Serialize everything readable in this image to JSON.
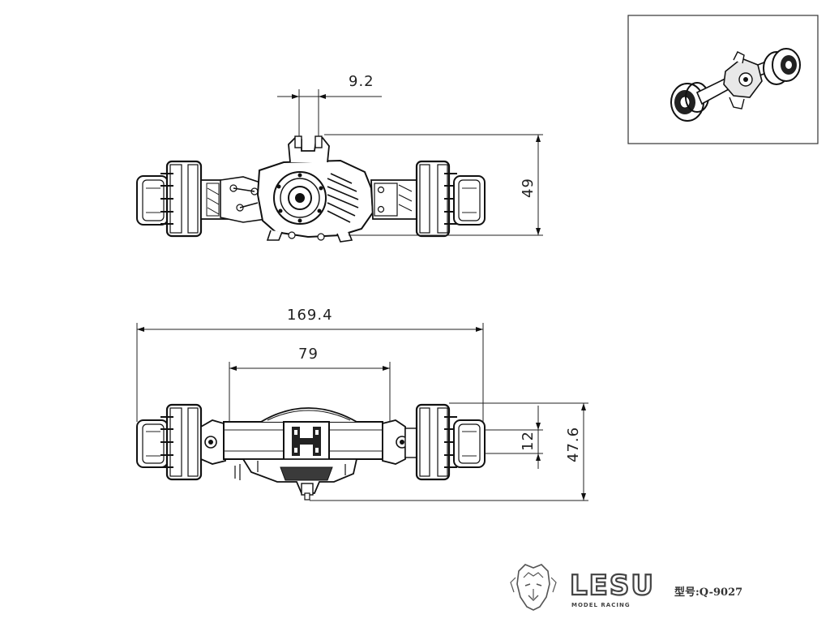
{
  "dimensions": {
    "top_gap": "9.2",
    "top_height": "49",
    "total_width": "169.4",
    "inner_width": "79",
    "hub_height": "12",
    "side_height": "47.6"
  },
  "brand": {
    "logo": "LESU",
    "sub": "MODEL RACING",
    "model": "型号:Q-9027"
  },
  "icons": {
    "logo": "lion-head-icon"
  }
}
